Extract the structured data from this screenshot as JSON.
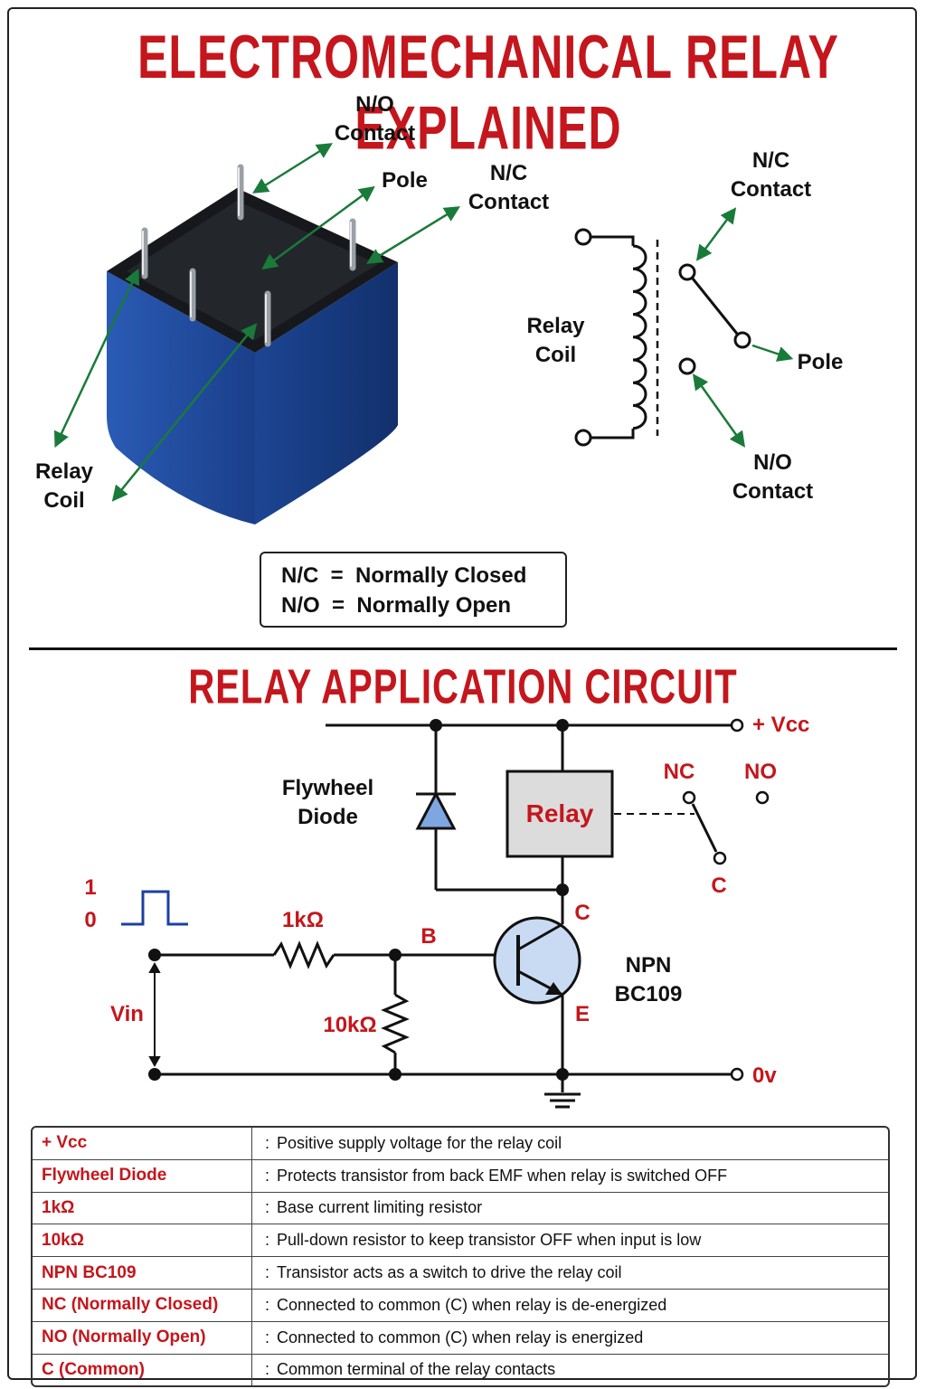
{
  "title": "ELECTROMECHANICAL RELAY EXPLAINED",
  "photo_labels": {
    "no_contact": "N/O\nContact",
    "pole": "Pole",
    "nc_contact": "N/C\nContact",
    "relay_coil": "Relay\nCoil"
  },
  "symbol_labels": {
    "nc_contact": "N/C\nContact",
    "relay_coil": "Relay\nCoil",
    "pole": "Pole",
    "no_contact": "N/O\nContact"
  },
  "legend": {
    "nc": "N/C  =  Normally Closed",
    "no": "N/O  =  Normally Open"
  },
  "circuit_title": "RELAY APPLICATION CIRCUIT",
  "circuit": {
    "vcc": "+ Vcc",
    "zero_v": "0v",
    "flywheel_diode": "Flywheel\nDiode",
    "relay": "Relay",
    "nc": "NC",
    "no": "NO",
    "c_common": "C",
    "pulse_high": "1",
    "pulse_low": "0",
    "r1": "1kΩ",
    "r2": "10kΩ",
    "vin": "Vin",
    "base": "B",
    "collector": "C",
    "emitter": "E",
    "transistor": "NPN\nBC109"
  },
  "colors": {
    "title_red": "#c4161c",
    "arrow_green": "#1a7a3a",
    "relay_blue": "#1f4fa0",
    "signal_blue": "#1d3fa0"
  },
  "table": [
    {
      "term": "+ Vcc",
      "desc": "Positive supply voltage for the relay coil"
    },
    {
      "term": "Flywheel Diode",
      "desc": "Protects transistor from back EMF when relay is switched OFF"
    },
    {
      "term": "1kΩ",
      "desc": "Base current limiting resistor"
    },
    {
      "term": "10kΩ",
      "desc": "Pull-down resistor to keep transistor OFF when input is low"
    },
    {
      "term": "NPN BC109",
      "desc": "Transistor acts as a switch to drive the relay coil"
    },
    {
      "term": "NC (Normally Closed)",
      "desc": "Connected to common (C) when relay is de-energized"
    },
    {
      "term": "NO (Normally Open)",
      "desc": "Connected to common (C) when relay is energized"
    },
    {
      "term": "C (Common)",
      "desc": "Common terminal of the relay contacts"
    }
  ]
}
